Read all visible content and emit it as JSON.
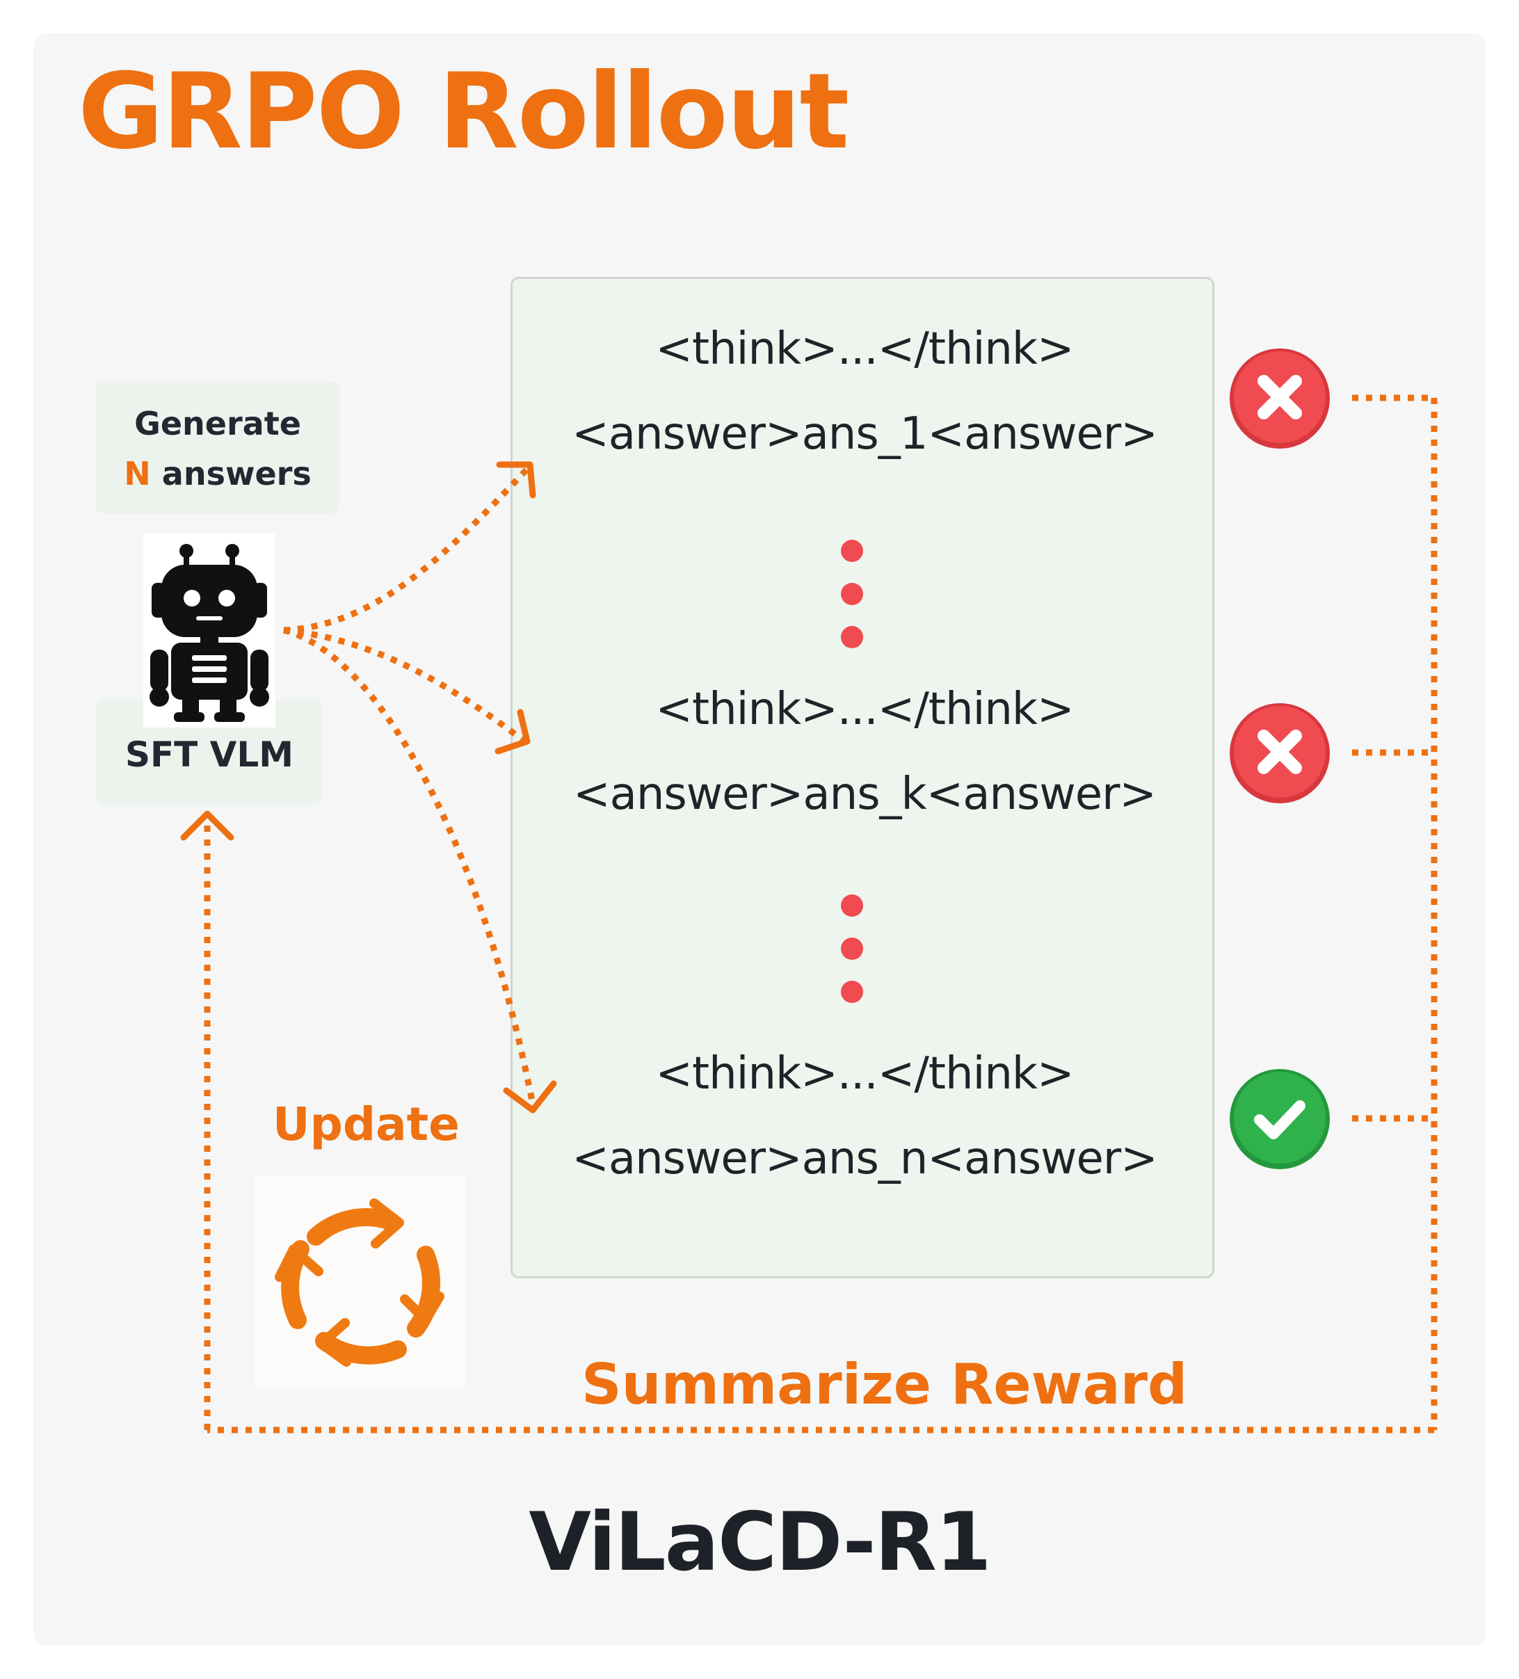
{
  "title": "GRPO Rollout",
  "generator": {
    "line1": "Generate",
    "line2_highlight": "N",
    "line2_rest": " answers",
    "model_label": "SFT VLM",
    "icon": "robot-icon"
  },
  "responses": [
    {
      "think": "<think>...</think>",
      "answer": "<answer>ans_1<answer>",
      "status": "incorrect",
      "icon": "cross-icon"
    },
    {
      "think": "<think>...</think>",
      "answer": "<answer>ans_k<answer>",
      "status": "incorrect",
      "icon": "cross-icon"
    },
    {
      "think": "<think>...</think>",
      "answer": "<answer>ans_n<answer>",
      "status": "correct",
      "icon": "check-icon"
    }
  ],
  "update_label": "Update",
  "update_icon": "cycle-arrows-icon",
  "reward_label": "Summarize Reward",
  "footer": "ViLaCD-R1",
  "colors": {
    "accent": "#ee7011",
    "incorrect": "#ef4b50",
    "correct": "#2fb24c",
    "panel": "#eef4ee",
    "text": "#1f2329"
  }
}
